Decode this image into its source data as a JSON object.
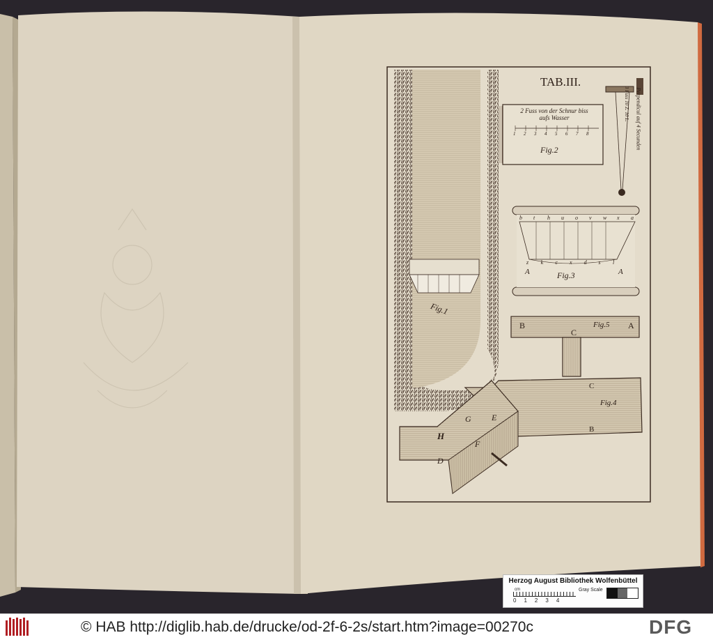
{
  "footer": {
    "credit_prefix": "©",
    "credit_org": "HAB",
    "credit_url": "http://diglib.hab.de/drucke/od-2f-6-2s/start.htm?image=00270c",
    "dfg_logo": "DFG",
    "hab_logo_icon": "hab-library-icon"
  },
  "color_card": {
    "title": "Herzog August Bibliothek Wolfenbüttel",
    "gray_label": "Gray Scale",
    "cm_label": "cm",
    "scale_numbers": [
      "0",
      "1",
      "2",
      "3",
      "4"
    ]
  },
  "plate": {
    "title": "TAB.III.",
    "fig1_label": "Fig.1",
    "fig2_label": "Fig.2",
    "fig2_caption_line1": "2 Fuss von der Schnur biss",
    "fig2_caption_line2": "aufs Wasser",
    "fig3_label": "Fig.3",
    "fig4_label": "Fig.4",
    "fig5_label": "Fig.5",
    "plumb_note": "Perpendicul auf 4 Secunden",
    "plumb_length": "3 Fuss 10 Z. 10 L.",
    "letters": {
      "A": "A",
      "B": "B",
      "C": "C",
      "D": "D",
      "E": "E",
      "F": "F",
      "G": "G",
      "H": "H"
    },
    "fig3_top_letters": [
      "b",
      "t",
      "h",
      "u",
      "o",
      "v",
      "w",
      "x",
      "a"
    ],
    "fig3_bottom_letters": [
      "z",
      "k",
      "c",
      "x",
      "d",
      "s",
      "l"
    ],
    "fig2_scale_numbers": [
      "1",
      "2",
      "3",
      "4",
      "5",
      "6",
      "7",
      "8"
    ]
  },
  "colors": {
    "page": "#ddd4c1",
    "ink": "#4e3a2c",
    "background": "#29252c"
  }
}
